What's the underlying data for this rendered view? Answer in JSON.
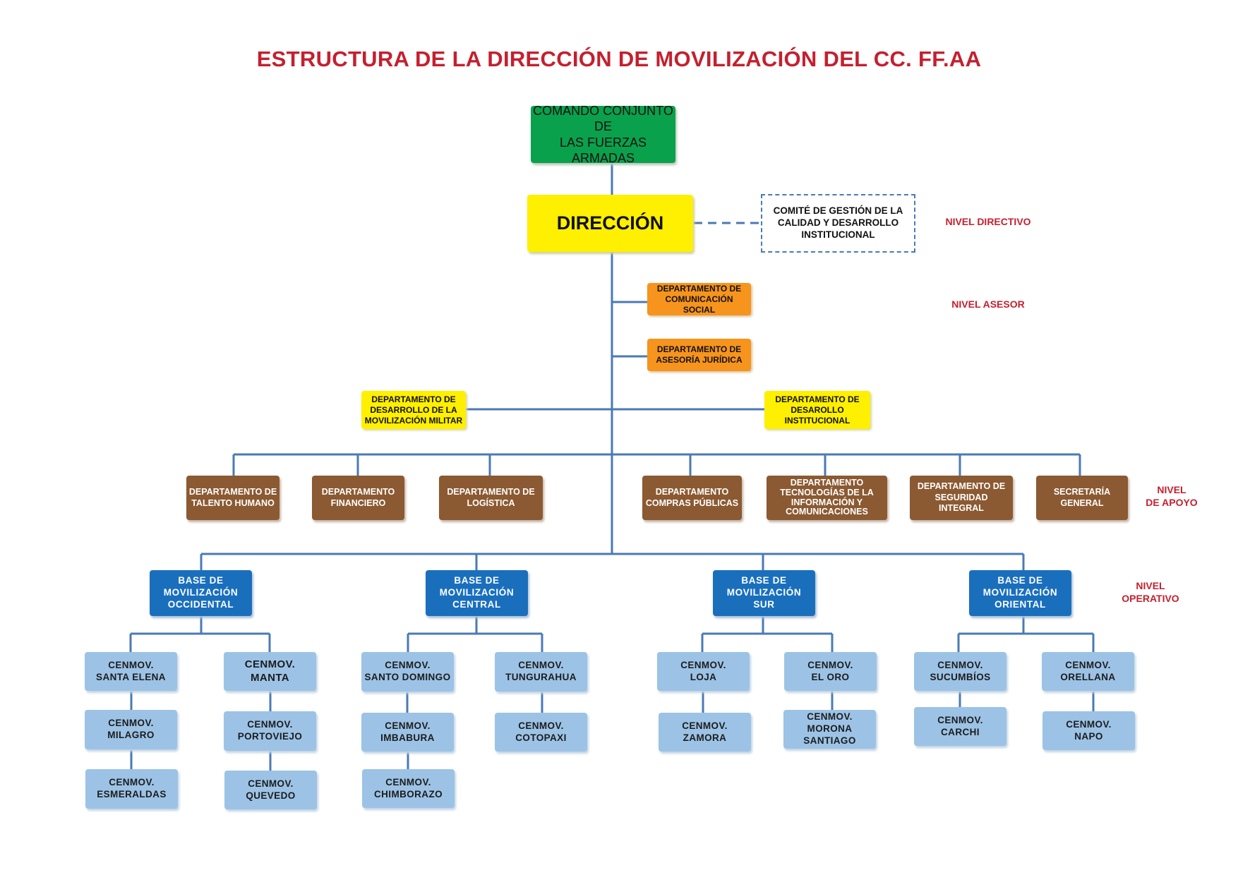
{
  "title": "ESTRUCTURA DE LA DIRECCIÓN DE MOVILIZACIÓN DEL CC. FF.AA",
  "colors": {
    "title": "#c4202f",
    "connector": "#4a7ab5",
    "green": "#0aa14c",
    "yellow": "#ffef00",
    "orange": "#f7941d",
    "brown": "#8b5a32",
    "blue": "#1a6fbd",
    "light_blue": "#9cc3e6"
  },
  "nodes": {
    "comando": "COMANDO CONJUNTO DE\nLAS FUERZAS ARMADAS",
    "direccion": "DIRECCIÓN",
    "comite": "COMITÉ DE GESTIÓN DE LA\nCALIDAD Y DESARROLLO\nINSTITUCIONAL",
    "asesor": {
      "comunicacion": "DEPARTAMENTO DE\nCOMUNICACIÓN SOCIAL",
      "juridica": "DEPARTAMENTO DE\nASESORÍA JURÍDICA"
    },
    "desarrollo": {
      "movilizacion": "DEPARTAMENTO DE\nDESARROLLO DE LA\nMOVILIZACIÓN MILITAR",
      "institucional": "DEPARTAMENTO DE\nDESAROLLO\nINSTITUCIONAL"
    },
    "apoyo": [
      "DEPARTAMENTO DE\nTALENTO HUMANO",
      "DEPARTAMENTO\nFINANCIERO",
      "DEPARTAMENTO DE\nLOGÍSTICA",
      "DEPARTAMENTO\nCOMPRAS PÚBLICAS",
      "DEPARTAMENTO\nTECNOLOGÍAS DE LA\nINFORMACIÓN Y\nCOMUNICACIONES",
      "DEPARTAMENTO DE\nSEGURIDAD\nINTEGRAL",
      "SECRETARÍA\nGENERAL"
    ],
    "bases": [
      "BASE DE\nMOVILIZACIÓN\nOCCIDENTAL",
      "BASE DE\nMOVILIZACIÓN\nCENTRAL",
      "BASE DE\nMOVILIZACIÓN\nSUR",
      "BASE DE\nMOVILIZACIÓN\nORIENTAL"
    ],
    "cenmov": {
      "occidental_left": [
        "CENMOV.\nSANTA ELENA",
        "CENMOV.\nMILAGRO",
        "CENMOV.\nESMERALDAS"
      ],
      "occidental_right": [
        "CENMOV.\nMANTA",
        "CENMOV.\nPORTOVIEJO",
        "CENMOV.\nQUEVEDO"
      ],
      "central_left": [
        "CENMOV.\nSANTO DOMINGO",
        "CENMOV.\nIMBABURA",
        "CENMOV.\nCHIMBORAZO"
      ],
      "central_right": [
        "CENMOV.\nTUNGURAHUA",
        "CENMOV.\nCOTOPAXI"
      ],
      "sur_left": [
        "CENMOV.\nLOJA",
        "CENMOV.\nZAMORA"
      ],
      "sur_right": [
        "CENMOV.\nEL ORO",
        "CENMOV.\nMORONA SANTIAGO"
      ],
      "oriental_left": [
        "CENMOV.\nSUCUMBÍOS",
        "CENMOV.\nCARCHI"
      ],
      "oriental_right": [
        "CENMOV.\nORELLANA",
        "CENMOV.\nNAPO"
      ]
    }
  },
  "levels": {
    "directivo": "NIVEL DIRECTIVO",
    "asesor": "NIVEL ASESOR",
    "apoyo": "NIVEL\nDE APOYO",
    "operativo": "NIVEL\nOPERATIVO"
  }
}
